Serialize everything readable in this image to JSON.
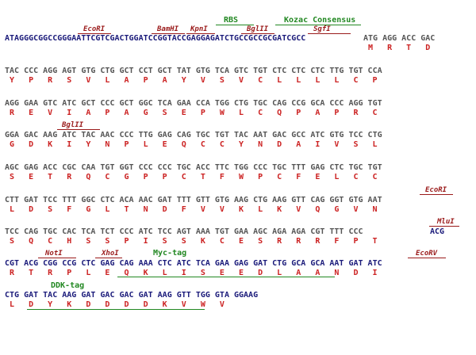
{
  "colors": {
    "seq": "#555555",
    "seq_blue": "#1a1a7a",
    "aa": "#cc2222",
    "site": "#9a1a1a",
    "feature": "#228822"
  },
  "sites": {
    "ecori_1": "EcoRI",
    "bamhi": "BamHI",
    "kpni": "KpnI",
    "bglii_1": "BglII",
    "sgfi": "SgfI",
    "bglii_2": "BglII",
    "ecori_2": "EcoRI",
    "mlui": "MluI",
    "noti": "NotI",
    "xhoi": "XhoI",
    "ecorv": "EcoRV"
  },
  "features": {
    "rbs": "RBS",
    "kozak": "Kozac Consensus",
    "myc": "Myc-tag",
    "ddk": "DDK-tag"
  },
  "rows": [
    {
      "seq_blue": "ATAGGGCGGCCGGGAATTCGTCGACTGGATCCGGTACCGAGGAGATCTGCCGCCGCGATCGCC",
      "seq": "ATG AGG ACC GAC",
      "aa": "M   R   T   D"
    },
    {
      "seq": "TAC CCC AGG AGT GTG CTG GCT CCT GCT TAT GTG TCA GTC TGT CTC CTC CTC TTG TGT CCA",
      "aa": "Y   P   R   S   V   L   A   P   A   Y   V   S   V   C   L   L   L   L   C   P"
    },
    {
      "seq": "AGG GAA GTC ATC GCT CCC GCT GGC TCA GAA CCA TGG CTG TGC CAG CCG GCA CCC AGG TGT",
      "aa": "R   E   V   I   A   P   A   G   S   E   P   W   L   C   Q   P   A   P   R   C"
    },
    {
      "seq": "GGA GAC AAG ATC TAC AAC CCC TTG GAG CAG TGC TGT TAC AAT GAC GCC ATC GTG TCC CTG",
      "aa": "G   D   K   I   Y   N   P   L   E   Q   C   C   Y   N   D   A   I   V   S   L"
    },
    {
      "seq": "AGC GAG ACC CGC CAA TGT GGT CCC CCC TGC ACC TTC TGG CCC TGC TTT GAG CTC TGC TGT",
      "aa": "S   E   T   R   Q   C   G   P   P   C   T   F   W   P   C   F   E   L   C   C"
    },
    {
      "seq": "CTT GAT TCC TTT GGC CTC ACA AAC GAT TTT GTT GTG AAG CTG AAG GTT CAG GGT GTG AAT",
      "aa": "L   D   S   F   G   L   T   N   D   F   V   V   K   L   K   V   Q   G   V   N"
    },
    {
      "seq": "TCC CAG TGC CAC TCA TCT CCC ATC TCC AGT AAA TGT GAA AGC AGA AGA CGT TTT CCC",
      "seq_blue": "ACG",
      "aa": "S   Q   C   H   S   S   P   I   S   S   K   C   E   S   R   R   R   F   P   T"
    },
    {
      "seq_blue": "CGT ACG CGG CCG CTC GAG CAG AAA CTC ATC TCA GAA GAG GAT CTG GCA GCA AAT GAT ATC",
      "aa": "R   T   R   P   L   E   Q   K   L   I   S   E   E   D   L   A   A   N   D   I"
    },
    {
      "seq_blue": "CTG GAT TAC AAG GAT GAC GAC GAT AAG GTT TGG GTA GGAAG",
      "aa": "L   D   Y   K   D   D   D   D   K   V   W   V"
    }
  ]
}
